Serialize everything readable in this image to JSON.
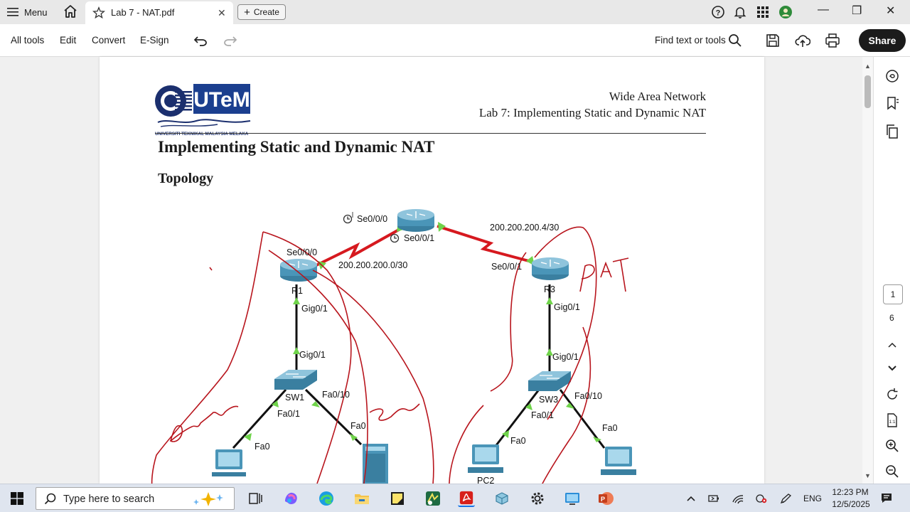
{
  "tabbar": {
    "menu_label": "Menu",
    "tab_title": "Lab 7 - NAT.pdf",
    "create_label": "Create"
  },
  "toolbar": {
    "all_tools": "All tools",
    "edit": "Edit",
    "convert": "Convert",
    "esign": "E-Sign",
    "find": "Find text or tools",
    "share": "Share"
  },
  "document": {
    "logo_text": "UTeM",
    "logo_caption": "UNIVERSITI TEKNIKAL MALAYSIA MELAKA",
    "header_line1": "Wide Area Network",
    "header_line2": "Lab 7: Implementing Static and Dynamic NAT",
    "title": "Implementing Static and Dynamic NAT",
    "section": "Topology",
    "topology": {
      "r1": "R1",
      "r3": "R3",
      "sw1": "SW1",
      "sw3": "SW3",
      "pc2": "PC2",
      "isp_se000": "Se0/0/0",
      "isp_se001": "Se0/0/1",
      "r1_se000": "Se0/0/0",
      "r3_se001": "Se0/0/1",
      "net1": "200.200.200.0/30",
      "net2": "200.200.200.4/30",
      "r1_gig": "Gig0/1",
      "sw1_gig": "Gig0/1",
      "r3_gig": "Gig0/1",
      "sw3_gig": "Gig0/1",
      "sw1_fa01": "Fa0/1",
      "sw1_fa010": "Fa0/10",
      "sw3_fa01": "Fa0/1",
      "sw3_fa010": "Fa0/10",
      "pc_fa0_a": "Fa0",
      "srv_fa0": "Fa0",
      "pc_fa0_b": "Fa0",
      "pc_fa0_c": "Fa0"
    }
  },
  "rightrail": {
    "current_page": "1",
    "total_pages": "6"
  },
  "taskbar": {
    "search_placeholder": "Type here to search",
    "language": "ENG",
    "time": "12:23 PM",
    "date": "12/5/2025"
  },
  "colors": {
    "accent": "#1473e6",
    "serial_link": "#d6191f",
    "annotation_ink": "#b8151d",
    "port_up": "#6fd34a",
    "device": "#3f8fb0"
  }
}
